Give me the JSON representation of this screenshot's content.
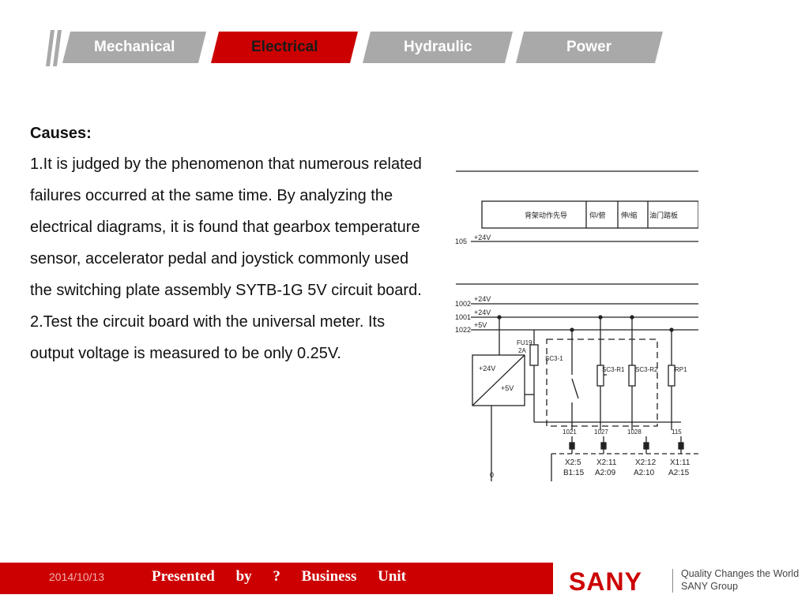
{
  "tabs": [
    {
      "label": "Mechanical",
      "active": false
    },
    {
      "label": "Electrical",
      "active": true
    },
    {
      "label": "Hydraulic",
      "active": false
    },
    {
      "label": "Power",
      "active": false
    }
  ],
  "content": {
    "heading": "Causes:",
    "paragraphs": [
      "1.It is judged by the phenomenon that numerous related failures occurred at the same time. By analyzing the electrical diagrams, it is found that gearbox temperature sensor, accelerator pedal and joystick commonly used the switching plate assembly SYTB-1G 5V circuit board.",
      "2.Test the circuit board with the universal meter. Its output voltage is measured to be only 0.25V."
    ]
  },
  "diagram": {
    "header_cells": [
      "背架动作先导",
      "仰/俯",
      "伸/缩",
      "油门踏板"
    ],
    "wire_105": "105",
    "v24_top": "+24V",
    "wire_1002": "1002",
    "wire_1001": "1001",
    "wire_1022": "1022",
    "v24_a": "+24V",
    "v24_b": "+24V",
    "v5": "+5V",
    "fuse_label": "FU19",
    "fuse_rating": "2A",
    "converter_in": "+24V",
    "converter_out": "+5V",
    "sc31": "SC3-1",
    "sc3r1": "SC3-R1",
    "sc3r2": "SC3-R2",
    "rp1": "RP1",
    "wire_1021": "1021",
    "wire_1027": "1027",
    "wire_1028": "1028",
    "wire_115": "115",
    "term_1a": "X2:5",
    "term_1b": "B1:15",
    "term_2a": "X2:11",
    "term_2b": "A2:09",
    "term_3a": "X2:12",
    "term_3b": "A2:10",
    "term_4a": "X1:11",
    "term_4b": "A2:15",
    "ground": "0"
  },
  "footer": {
    "date": "2014/10/13",
    "presenter": "Presented by ? Business Unit",
    "logo": "SANY",
    "tagline_1": "Quality Changes the World",
    "tagline_2": "SANY Group"
  },
  "colors": {
    "brand_red": "#cc0000",
    "tab_gray": "#a9a9a9"
  }
}
